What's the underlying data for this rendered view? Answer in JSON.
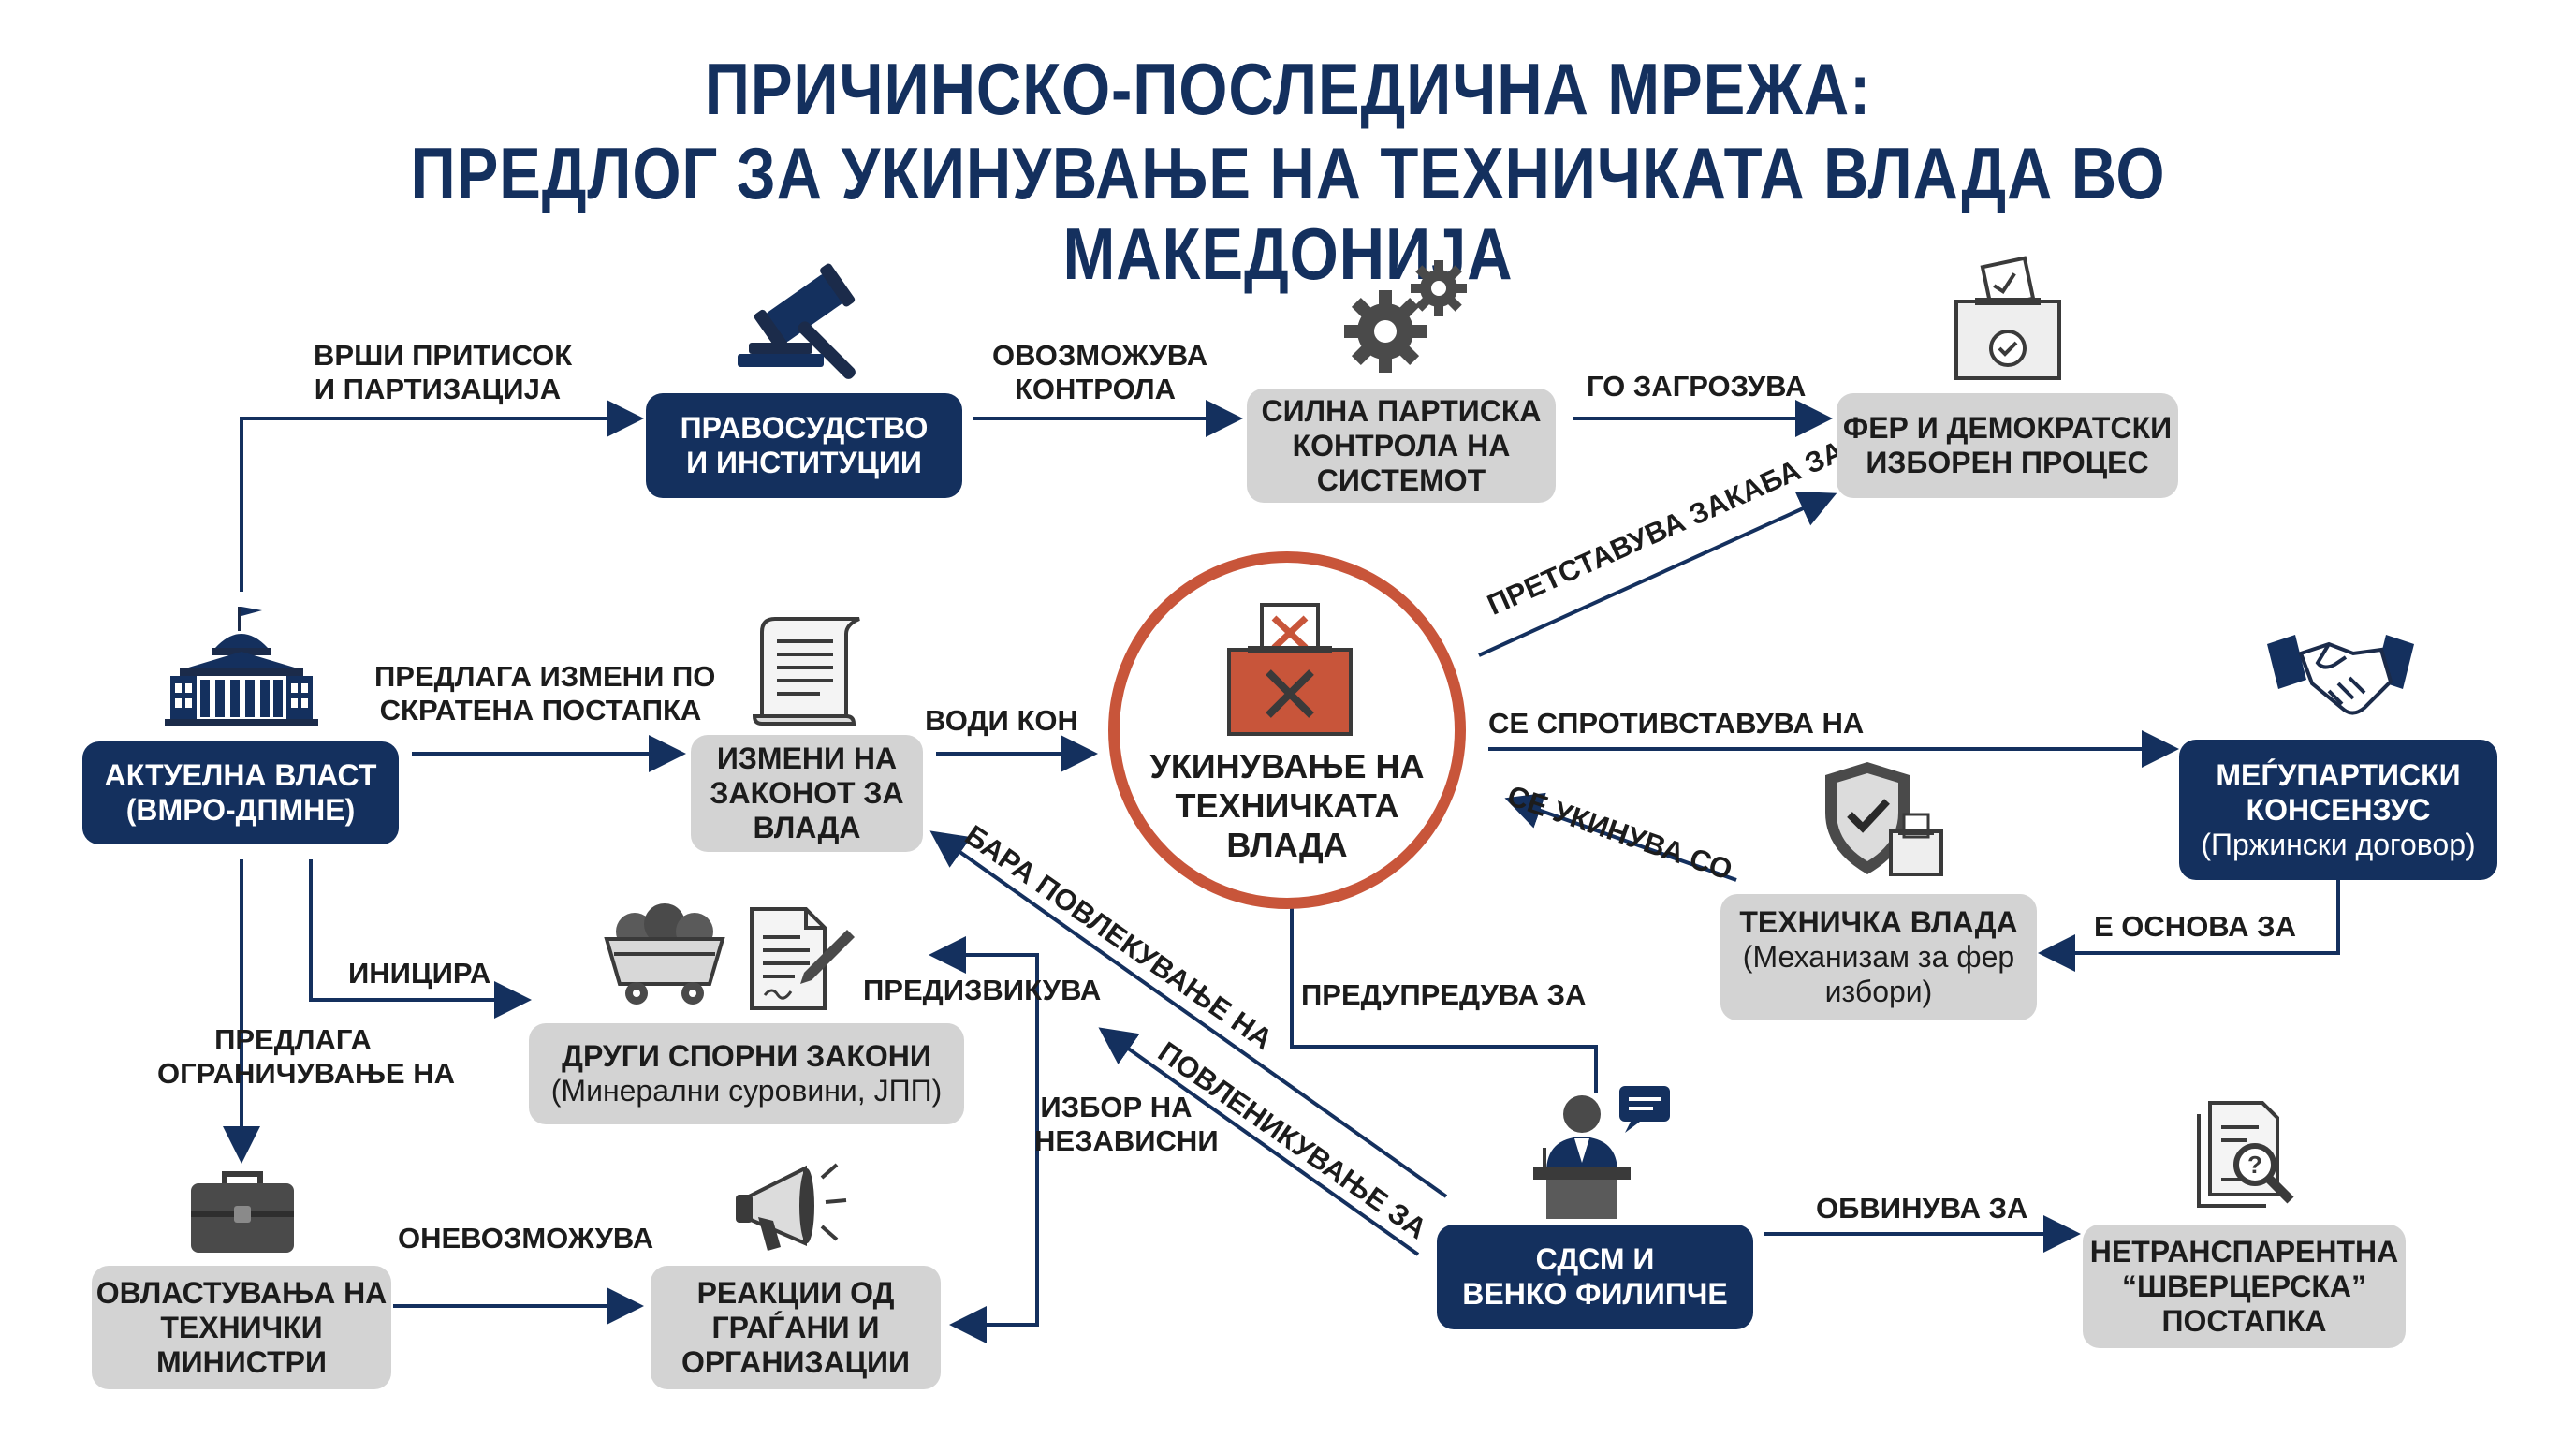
{
  "title": {
    "line1": "ПРИЧИНСКО-ПОСЛЕДИЧНА МРЕЖА:",
    "line2": "ПРЕДЛОГ ЗА УКИНУВАЊЕ НА ТЕХНИЧКАТА ВЛАДА ВО МАКЕДОНИЈА"
  },
  "colors": {
    "dark": "#14305e",
    "gray": "#d3d3d3",
    "accent": "#c8553a"
  },
  "nodes": {
    "aktuelna": {
      "l1": "АКТУЕЛНА ВЛАСТ",
      "l2": "(ВМРО-ДПМНЕ)",
      "icon": "government-building-icon"
    },
    "pravosudstvo": {
      "l1": "ПРАВОСУДСТВО",
      "l2": "И ИНСТИТУЦИИ",
      "icon": "gavel-icon"
    },
    "silna": {
      "l1": "СИЛНА ПАРТИСКА",
      "l2": "КОНТРОЛА НА",
      "l3": "СИСТЕМОТ",
      "icon": "gears-icon"
    },
    "fer": {
      "l1": "ФЕР И ДЕМОКРАТСКИ",
      "l2": "ИЗБОРЕН ПРОЦЕС",
      "icon": "ballot-box-icon"
    },
    "izmeni": {
      "l1": "ИЗМЕНИ НА",
      "l2": "ЗАКОНОТ ЗА",
      "l3": "ВЛАДА",
      "icon": "document-scroll-icon"
    },
    "centre": {
      "l1": "УКИНУВАЊЕ НА",
      "l2": "ТЕХНИЧКАТА",
      "l3": "ВЛАДА",
      "icon": "rejected-ballot-icon"
    },
    "konsenzus": {
      "l1": "МЕЃУПАРТИСКИ",
      "l2": "КОНСЕНЗУС",
      "sub": "(Пржински договор)",
      "icon": "handshake-icon"
    },
    "tehnicka": {
      "l1": "ТЕХНИЧКА ВЛАДА",
      "sub1": "(Механизам за фер",
      "sub2": "избори)",
      "icon": "shield-ballot-icon"
    },
    "drugi": {
      "l1": "ДРУГИ СПОРНИ ЗАКОНИ",
      "sub": "(Минерални суровини, ЈПП)",
      "icon": "mine-cart-icon"
    },
    "ovlastuvanja": {
      "l1": "ОВЛАСТУВАЊА НА",
      "l2": "ТЕХНИЧКИ",
      "l3": "МИНИСТРИ",
      "icon": "briefcase-icon"
    },
    "reakcii": {
      "l1": "РЕАКЦИИ ОД",
      "l2": "ГРАЃАНИ И",
      "l3": "ОРГАНИЗАЦИИ",
      "icon": "megaphone-icon"
    },
    "sdsm": {
      "l1": "СДСМ И",
      "l2": "ВЕНКО ФИЛИПЧЕ",
      "icon": "speaker-podium-icon"
    },
    "netransparentna": {
      "l1": "НЕТРАНСПАРЕНТНА",
      "l2": "“ШВЕРЦЕРСКА”",
      "l3": "ПОСТАПКА",
      "icon": "document-search-icon"
    }
  },
  "edge_labels": {
    "vrshi1": "ВРШИ ПРИТИСОК",
    "vrshi2": "И ПАРТИЗАЦИЈА",
    "ovoz1": "ОВОЗМОЖУВА",
    "ovoz2": "КОНТРОЛА",
    "gozagr": "ГО ЗАГРОЗУВА",
    "pretstavuva": "ПРЕТСТАВУВА ЗАКАБА ЗА",
    "predlaga1": "ПРЕДЛАГА ИЗМЕНИ ПО",
    "predlaga2": "СКРАТЕНА ПОСТАПКА",
    "vodikon": "ВОДИ КОН",
    "seprotiv": "СЕ СПРОТИВСТАВУВА НА",
    "seukinuva": "СЕ УКИНУВА СО",
    "eosnova": "Е ОСНОВА ЗА",
    "inicira": "ИНИЦИРА",
    "predizvikuva": "ПРЕДИЗВИКУВА",
    "bara": "БАРА ПОВЛЕКУВАЊЕ НА",
    "predupreduva": "ПРЕДУПРЕДУВА ЗА",
    "ogran1": "ПРЕДЛАГА",
    "ogran2": "ОГРАНИЧУВАЊЕ НА",
    "izbor1": "ИЗБОР НА",
    "izbor2": "НЕЗАВИСНИ",
    "povlen": "ПОВЛЕНИКУВАЊЕ ЗА",
    "onevoz": "ОНЕВОЗМОЖУВА",
    "obvinuva": "ОБВИНУВА ЗА"
  }
}
